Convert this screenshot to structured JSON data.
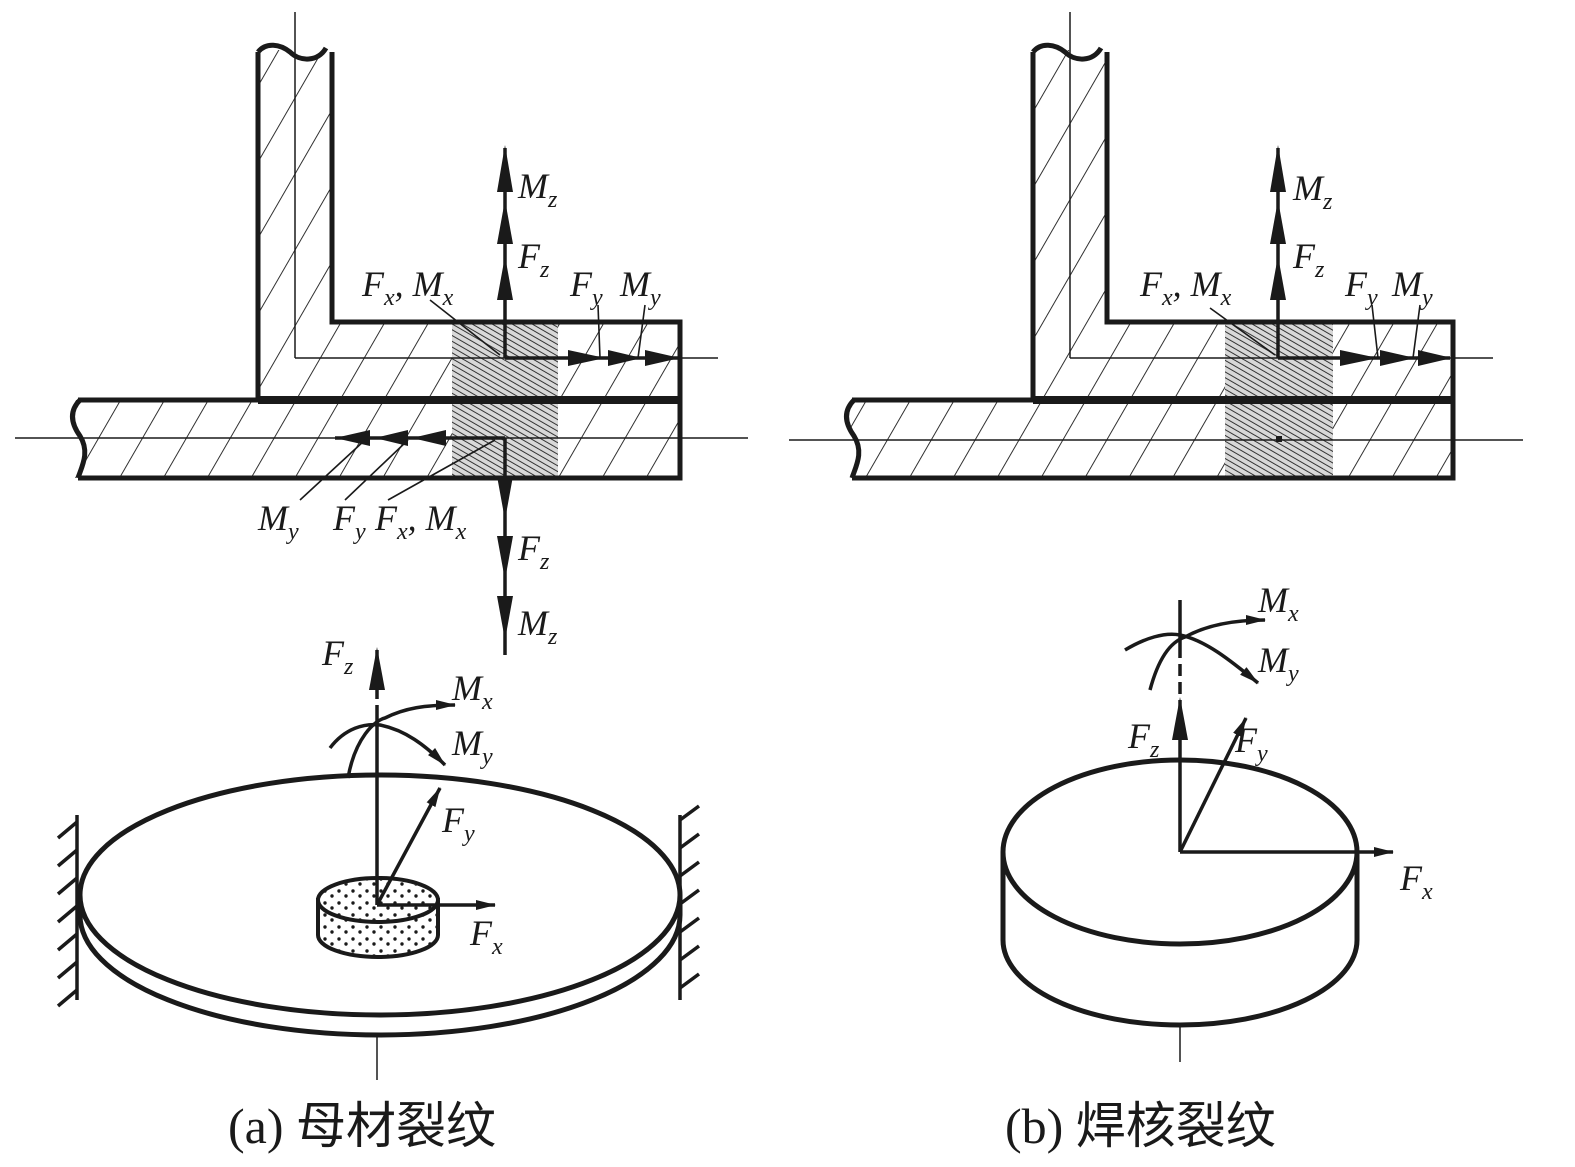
{
  "figure": {
    "panel_a": {
      "caption": "(a) 母材裂纹",
      "section_labels": {
        "mz_top": "M",
        "mz_top_sub": "z",
        "fz_top": "F",
        "fz_top_sub": "z",
        "fxmx_top": "F",
        "fxmx_top_sub1": "x",
        "fxmx_top_sep": ", M",
        "fxmx_top_sub2": "x",
        "fy_top": "F",
        "fy_top_sub": "y",
        "my_top": "M",
        "my_top_sub": "y",
        "my_bot": "M",
        "my_bot_sub": "y",
        "fy_bot": "F",
        "fy_bot_sub": "y",
        "fxmx_bot": "F",
        "fxmx_bot_sub1": "x",
        "fxmx_bot_sep": ", M",
        "fxmx_bot_sub2": "x",
        "fz_bot": "F",
        "fz_bot_sub": "z",
        "mz_bot": "M",
        "mz_bot_sub": "z"
      },
      "model_labels": {
        "fz": "F",
        "fz_sub": "z",
        "mx": "M",
        "mx_sub": "x",
        "my": "M",
        "my_sub": "y",
        "fy": "F",
        "fy_sub": "y",
        "fx": "F",
        "fx_sub": "x"
      }
    },
    "panel_b": {
      "caption": "(b) 焊核裂纹",
      "section_labels": {
        "mz": "M",
        "mz_sub": "z",
        "fz": "F",
        "fz_sub": "z",
        "fxmx": "F",
        "fxmx_sub1": "x",
        "fxmx_sep": ", M",
        "fxmx_sub2": "x",
        "fy": "F",
        "fy_sub": "y",
        "my": "M",
        "my_sub": "y"
      },
      "model_labels": {
        "mx": "M",
        "mx_sub": "x",
        "my": "M",
        "my_sub": "y",
        "fz": "F",
        "fz_sub": "z",
        "fy": "F",
        "fy_sub": "y",
        "fx": "F",
        "fx_sub": "x"
      }
    },
    "colors": {
      "ink": "#1a1a1a",
      "background": "#ffffff"
    }
  }
}
